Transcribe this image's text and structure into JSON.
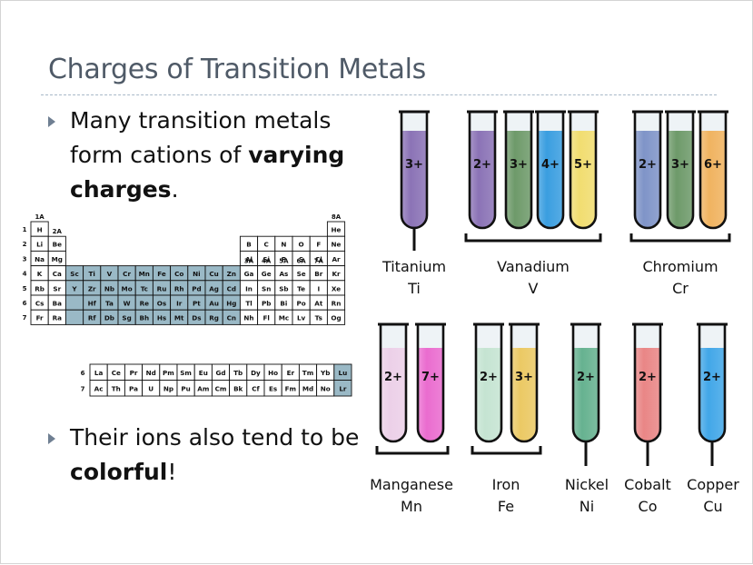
{
  "slide": {
    "title": "Charges of Transition Metals",
    "bullet1": {
      "pre": "Many transition metals form cations of ",
      "bold": "varying charges",
      "post": "."
    },
    "bullet2": {
      "pre": "Their ions also tend to be ",
      "bold": "colorful",
      "post": "!"
    }
  },
  "periodic_table": {
    "groups": {
      "g1": "1A",
      "g2": "2A",
      "g13": "3A",
      "g14": "4A",
      "g15": "5A",
      "g16": "6A",
      "g17": "7A",
      "g18": "8A"
    },
    "periods": [
      "1",
      "2",
      "3",
      "4",
      "5",
      "6",
      "7"
    ],
    "rows": [
      [
        "H",
        "",
        "",
        "",
        "",
        "",
        "",
        "",
        "",
        "",
        "",
        "",
        "",
        "",
        "",
        "",
        "",
        "He"
      ],
      [
        "Li",
        "Be",
        "",
        "",
        "",
        "",
        "",
        "",
        "",
        "",
        "",
        "",
        "B",
        "C",
        "N",
        "O",
        "F",
        "Ne"
      ],
      [
        "Na",
        "Mg",
        "",
        "",
        "",
        "",
        "",
        "",
        "",
        "",
        "",
        "",
        "Al",
        "Si",
        "P",
        "S",
        "Cl",
        "Ar"
      ],
      [
        "K",
        "Ca",
        "Sc",
        "Ti",
        "V",
        "Cr",
        "Mn",
        "Fe",
        "Co",
        "Ni",
        "Cu",
        "Zn",
        "Ga",
        "Ge",
        "As",
        "Se",
        "Br",
        "Kr"
      ],
      [
        "Rb",
        "Sr",
        "Y",
        "Zr",
        "Nb",
        "Mo",
        "Tc",
        "Ru",
        "Rh",
        "Pd",
        "Ag",
        "Cd",
        "In",
        "Sn",
        "Sb",
        "Te",
        "I",
        "Xe"
      ],
      [
        "Cs",
        "Ba",
        "",
        "Hf",
        "Ta",
        "W",
        "Re",
        "Os",
        "Ir",
        "Pt",
        "Au",
        "Hg",
        "Tl",
        "Pb",
        "Bi",
        "Po",
        "At",
        "Rn"
      ],
      [
        "Fr",
        "Ra",
        "",
        "Rf",
        "Db",
        "Sg",
        "Bh",
        "Hs",
        "Mt",
        "Ds",
        "Rg",
        "Cn",
        "Nh",
        "Fl",
        "Mc",
        "Lv",
        "Ts",
        "Og"
      ]
    ],
    "lanthanides": [
      "La",
      "Ce",
      "Pr",
      "Nd",
      "Pm",
      "Sm",
      "Eu",
      "Gd",
      "Tb",
      "Dy",
      "Ho",
      "Er",
      "Tm",
      "Yb",
      "Lu"
    ],
    "actinides": [
      "Ac",
      "Th",
      "Pa",
      "U",
      "Np",
      "Pu",
      "Am",
      "Cm",
      "Bk",
      "Cf",
      "Es",
      "Fm",
      "Md",
      "No",
      "Lr"
    ],
    "f_periods": [
      "6",
      "7"
    ],
    "highlight_color": "#9ab9c6"
  },
  "tubes": {
    "items": [
      {
        "charge": "3+",
        "color": "#8b73b6"
      },
      {
        "charge": "2+",
        "color": "#8b73b6"
      },
      {
        "charge": "3+",
        "color": "#6e9a6a"
      },
      {
        "charge": "4+",
        "color": "#3a9ee0"
      },
      {
        "charge": "5+",
        "color": "#f1dd70"
      },
      {
        "charge": "2+",
        "color": "#7f94c8"
      },
      {
        "charge": "3+",
        "color": "#6e9a6a"
      },
      {
        "charge": "6+",
        "color": "#f0b360"
      },
      {
        "charge": "2+",
        "color": "#ecd0e8"
      },
      {
        "charge": "7+",
        "color": "#ea6ccf"
      },
      {
        "charge": "2+",
        "color": "#c5e4d2"
      },
      {
        "charge": "3+",
        "color": "#ebc964"
      },
      {
        "charge": "2+",
        "color": "#66b290"
      },
      {
        "charge": "2+",
        "color": "#e98686"
      },
      {
        "charge": "2+",
        "color": "#42a7e8"
      }
    ],
    "labels": [
      {
        "name": "Titanium",
        "symbol": "Ti"
      },
      {
        "name": "Vanadium",
        "symbol": "V"
      },
      {
        "name": "Chromium",
        "symbol": "Cr"
      },
      {
        "name": "Manganese",
        "symbol": "Mn"
      },
      {
        "name": "Iron",
        "symbol": "Fe"
      },
      {
        "name": "Nickel",
        "symbol": "Ni"
      },
      {
        "name": "Cobalt",
        "symbol": "Co"
      },
      {
        "name": "Copper",
        "symbol": "Cu"
      }
    ]
  }
}
